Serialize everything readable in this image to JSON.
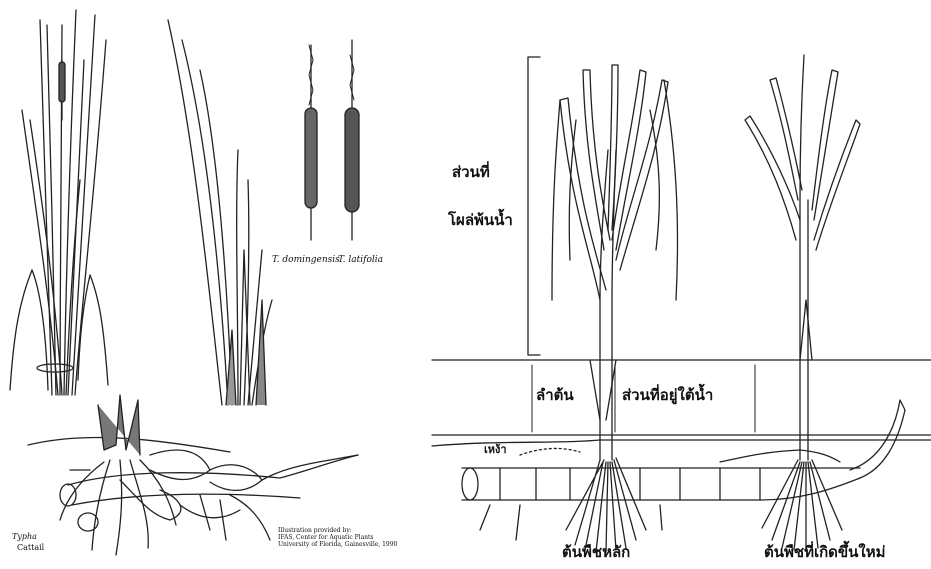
{
  "left_panel": {
    "species_1": "T. domingensis",
    "species_2": "T. latifolia",
    "genus": "Typha",
    "common_name": "Cattail",
    "credit": "Illustration provided by:\nIFAS, Center for Aquatic Plants\nUniversity of Florida, Gainesville, 1990"
  },
  "right_panel": {
    "above_water_label_1": "ส่วนที่",
    "above_water_label_2": "โผล่พ้นน้ำ",
    "stem_label": "ลำต้น",
    "submerged_label": "ส่วนที่อยู่ใต้น้ำ",
    "rhizome_label": "เหง้า",
    "main_plant_label": "ต้นพืชหลัก",
    "new_plant_label": "ต้นพืชที่เกิดขึ้นใหม่"
  }
}
